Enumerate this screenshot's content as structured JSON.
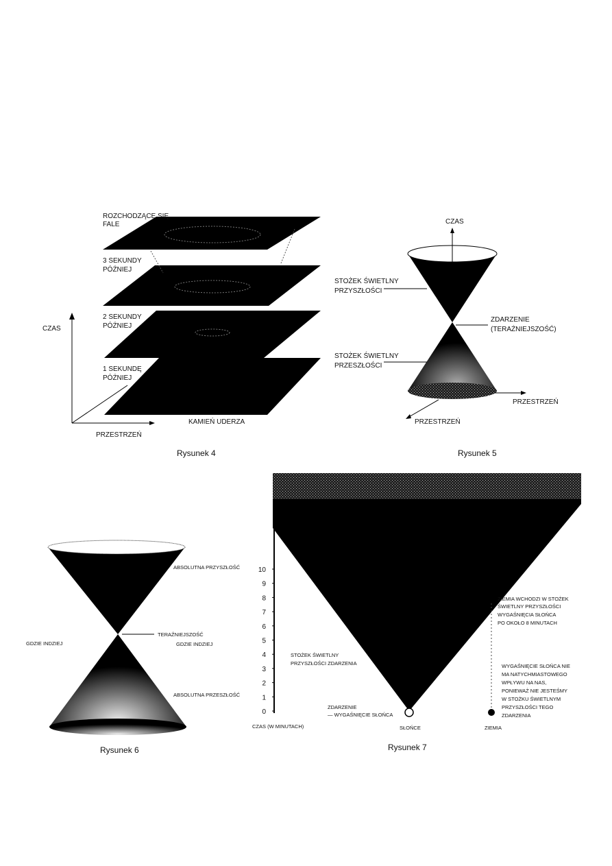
{
  "figure4": {
    "caption": "Rysunek 4",
    "labels": {
      "waves": [
        "ROZCHODZĄCE SIĘ",
        "FALE"
      ],
      "sec3": [
        "3 SEKUNDY",
        "PÓŹNIEJ"
      ],
      "sec2": [
        "2 SEKUNDY",
        "PÓŹNIEJ"
      ],
      "sec1": [
        "1 SEKUNDĘ",
        "PÓŹNIEJ"
      ],
      "stone": "KAMIEŃ UDERZA",
      "time": "CZAS",
      "space": "PRZESTRZEŃ"
    }
  },
  "figure5": {
    "caption": "Rysunek 5",
    "labels": {
      "time": "CZAS",
      "future_cone": [
        "STOŻEK ŚWIETLNY",
        "PRZYSZŁOŚCI"
      ],
      "event": [
        "ZDARZENIE",
        "(TERAŹNIEJSZOŚĆ)"
      ],
      "past_cone": [
        "STOŻEK ŚWIETLNY",
        "PRZESZŁOŚCI"
      ],
      "space_right": "PRZESTRZEŃ",
      "space_left": "PRZESTRZEŃ"
    }
  },
  "figure6": {
    "caption": "Rysunek 6",
    "labels": {
      "abs_future": "ABSOLUTNA PRZYSZŁOŚĆ",
      "present": "TERAŹNIEJSZOŚĆ",
      "elsewhere_left": "GDZIE INDZIEJ",
      "elsewhere_right": "GDZIE INDZIEJ",
      "abs_past": "ABSOLUTNA PRZESZŁOŚĆ"
    }
  },
  "figure7": {
    "caption": "Rysunek 7",
    "axis_ticks": [
      "0",
      "1",
      "2",
      "3",
      "4",
      "5",
      "6",
      "7",
      "8",
      "9",
      "10"
    ],
    "axis_label": "CZAS (W MINUTACH)",
    "earth_enters_minute": 8,
    "labels": {
      "earth_enters": [
        "ZIEMIA WCHODZI W STOŻEK",
        "ŚWIETLNY PRZYSZŁOŚCI",
        "WYGAŚNIĘCIA SŁOŃCA",
        "PO OKOŁO 8 MINUTACH"
      ],
      "future_cone": [
        "STOŻEK ŚWIETLNY",
        "PRZYSZŁOŚCI ZDARZENIA"
      ],
      "no_effect": [
        "WYGAŚNIĘCIE SŁOŃCA NIE",
        "MA NATYCHMIASTOWEGO",
        "WPŁYWU NA NAS,",
        "PONIEWAŻ NIE JESTEŚMY",
        "W STOŻKU ŚWIETLNYM",
        "PRZYSZŁOŚCI TEGO",
        "ZDARZENIA"
      ],
      "event": [
        "ZDARZENIE",
        "— WYGAŚNIĘCIE SŁOŃCA"
      ],
      "sun": "SŁOŃCE",
      "earth": "ZIEMIA"
    }
  }
}
